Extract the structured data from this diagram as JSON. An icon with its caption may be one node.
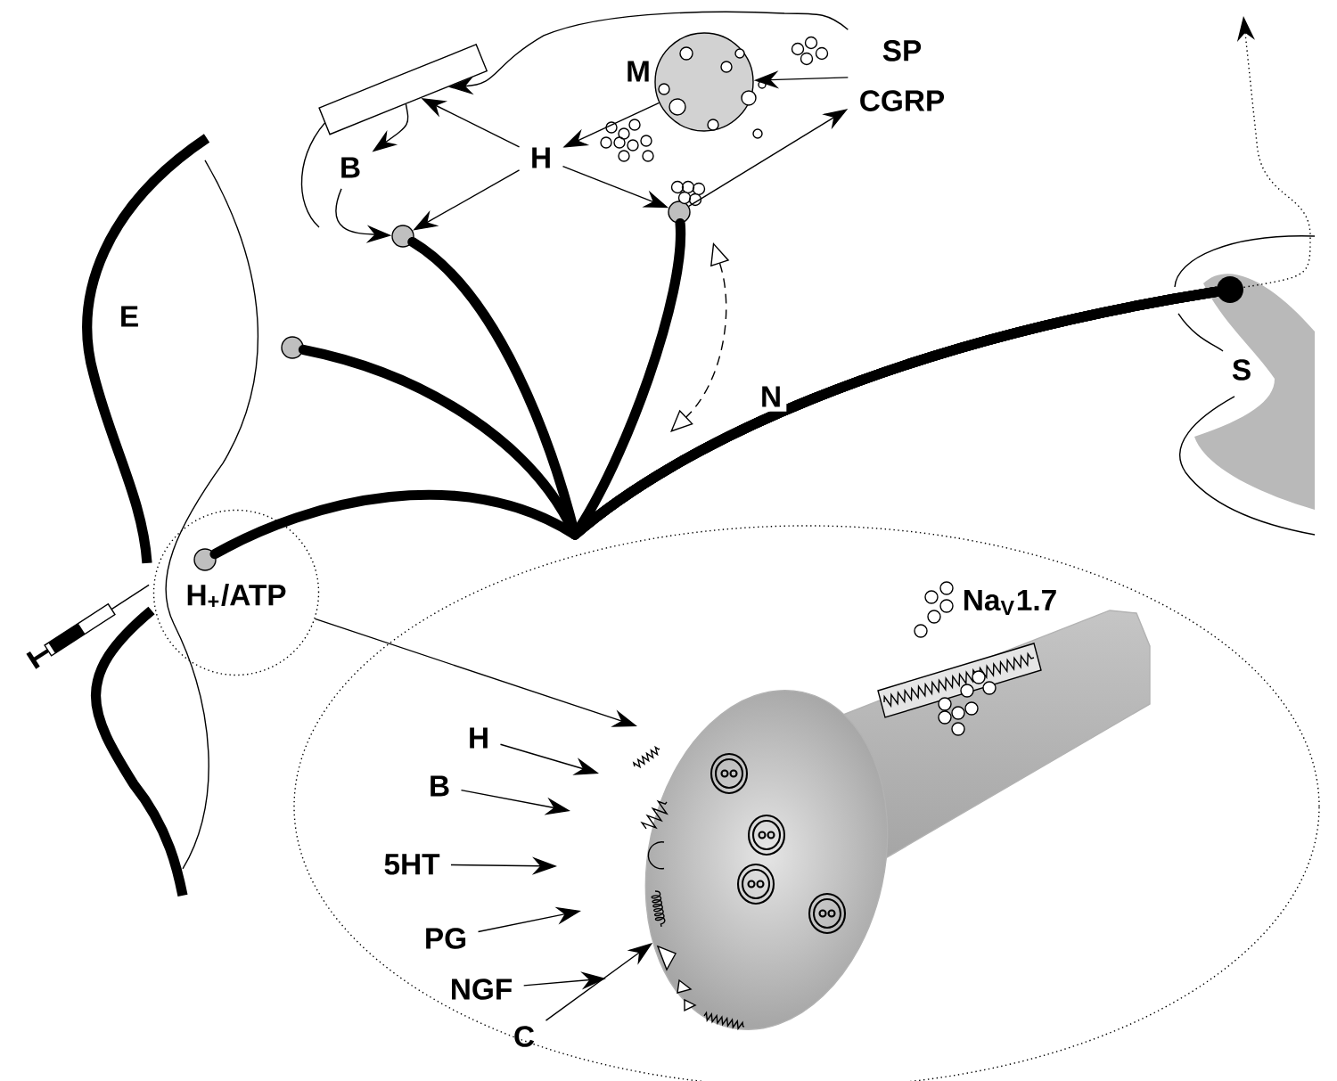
{
  "diagram": {
    "nodes": [
      {
        "text": [],
        "shape": "circle",
        "beside": [
          "M"
        ]
      },
      {
        "text": [
          "SP",
          "CGRP"
        ]
      },
      {
        "text": [
          "H"
        ]
      },
      {
        "text": [
          "B"
        ]
      },
      {
        "text": [],
        "shape": "cylinder"
      },
      {
        "text": [],
        "shape": "circle"
      },
      {
        "text": [],
        "shape": "circle"
      },
      {
        "text": [],
        "shape": "circle"
      },
      {
        "text": [
          "H$_{+}$/ATP"
        ]
      },
      {
        "text": [],
        "shape": "circle",
        "in": 8
      },
      {
        "text": [
          "S"
        ]
      },
      {
        "text": [],
        "shape": "circle"
      },
      {
        "text": [],
        "shape": "ellipse"
      },
      {
        "text": [],
        "shape": "picture",
        "in": 12,
        "beside": [
          "Na$_{V}$1.7"
        ]
      },
      {
        "text": [
          "H"
        ],
        "in": 12
      },
      {
        "text": [
          "B"
        ],
        "in": 12
      },
      {
        "text": [
          "5HT"
        ],
        "in": 12
      },
      {
        "text": [
          "PG"
        ],
        "in": 12
      },
      {
        "text": [
          "NGF"
        ],
        "in": 12
      },
      {
        "text": [
          "C"
        ],
        "in": 12
      }
    ],
    "edges": [
      {
        "from": 1,
        "to": 0,
        "arrow": "to"
      },
      {
        "from": 6,
        "to": 1,
        "arrow": "to"
      },
      {
        "from": 0,
        "to": 2,
        "arrow": "to"
      },
      {
        "from": 2,
        "to": 4,
        "arrow": "to"
      },
      {
        "from": 2,
        "to": 5,
        "arrow": "to"
      },
      {
        "from": 2,
        "to": 6,
        "arrow": "to"
      },
      {
        "from": 3,
        "to": 5,
        "arrow": "to"
      },
      {
        "from": 4,
        "to": 3,
        "arrow": "to"
      },
      {
        "from": 1,
        "to": 4,
        "arrow": "to"
      },
      {
        "from": 5,
        "to": 11,
        "arrow": "none",
        "style": "thick",
        "label": "N"
      },
      {
        "from": 6,
        "to": 11,
        "arrow": "none",
        "style": "thick"
      },
      {
        "from": 7,
        "to": 11,
        "arrow": "none",
        "style": "thick"
      },
      {
        "from": 9,
        "to": 11,
        "arrow": "none",
        "style": "thick"
      },
      {
        "from": 11,
        "to": null,
        "arrow": "to",
        "style": "dashed"
      },
      {
        "from": 8,
        "to": null,
        "arrow": "to"
      },
      {
        "from": 14,
        "to": null,
        "arrow": "to"
      },
      {
        "from": 15,
        "to": null,
        "arrow": "to"
      },
      {
        "from": 16,
        "to": null,
        "arrow": "to"
      },
      {
        "from": 17,
        "to": null,
        "arrow": "to"
      },
      {
        "from": 18,
        "to": null,
        "arrow": "to"
      },
      {
        "from": 19,
        "to": 13,
        "arrow": "to"
      }
    ],
    "labels": [
      "E"
    ]
  }
}
